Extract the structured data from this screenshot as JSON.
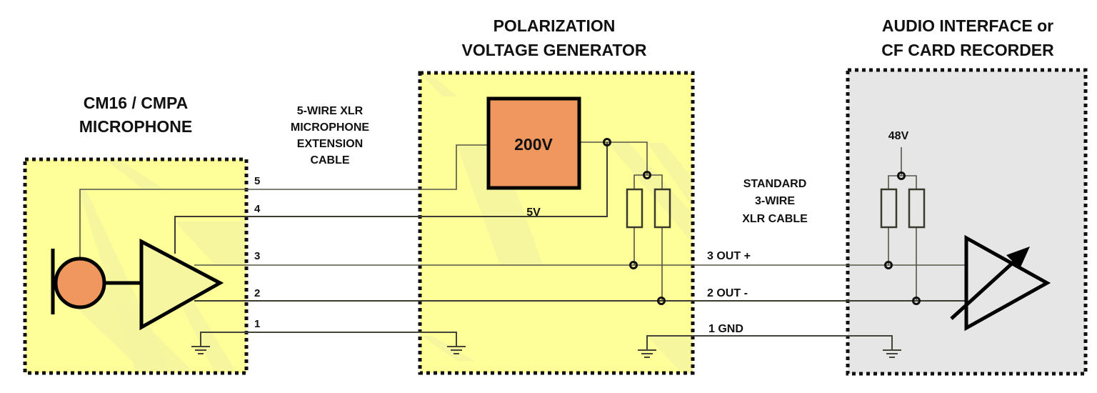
{
  "colors": {
    "module_yellow": "#ffff99",
    "shadow_yellow": "#f4f4a0",
    "interface_gray": "#e6e6e6",
    "capsule_orange": "#f0975f",
    "generator_orange": "#f0975f",
    "amp_fill": "#f6f6a0",
    "wire": "#555548"
  },
  "microphone": {
    "title_line1": "CM16 / CMPA",
    "title_line2": "MICROPHONE",
    "pins": [
      "5",
      "4",
      "3",
      "2",
      "1"
    ]
  },
  "extension_cable": {
    "line1": "5-WIRE XLR",
    "line2": "MICROPHONE",
    "line3": "EXTENSION",
    "line4": "CABLE"
  },
  "generator": {
    "title_line1": "POLARIZATION",
    "title_line2": "VOLTAGE GENERATOR",
    "output_voltage": "200V",
    "input_voltage": "5V"
  },
  "xlr_cable": {
    "line1": "STANDARD",
    "line2": "3-WIRE",
    "line3": "XLR CABLE",
    "pins": [
      "3 OUT +",
      "2 OUT -",
      "1 GND"
    ]
  },
  "interface": {
    "title_line1": "AUDIO INTERFACE or",
    "title_line2": "CF CARD RECORDER",
    "phantom_voltage": "48V"
  }
}
